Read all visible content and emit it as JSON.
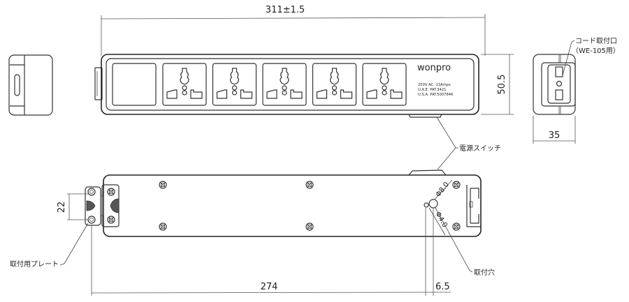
{
  "drawing": {
    "type": "technical-drawing",
    "subject": "power strip (5 universal outlets)",
    "brand": "wonpro",
    "spec_lines": [
      "250V  AC. 13Amps",
      "U.A.E. PAT.3421",
      "U.S.A. PAT.5007846"
    ],
    "dimensions": {
      "overall_length": "311±1.5",
      "height": "50.5",
      "width": "35",
      "mount_hole_spacing": "274",
      "hole_offset": "6.5",
      "plate_hole_pitch": "22",
      "hole_large_dia": "Φ8.0",
      "hole_small_dia": "Φ4.0"
    },
    "callouts": {
      "cord_inlet": "コード取付口",
      "cord_model": "（WE-105用）",
      "power_switch": "電源スイッチ",
      "mounting_plate": "取付用プレート",
      "mounting_hole": "取付穴"
    },
    "outlet_count": 5
  }
}
